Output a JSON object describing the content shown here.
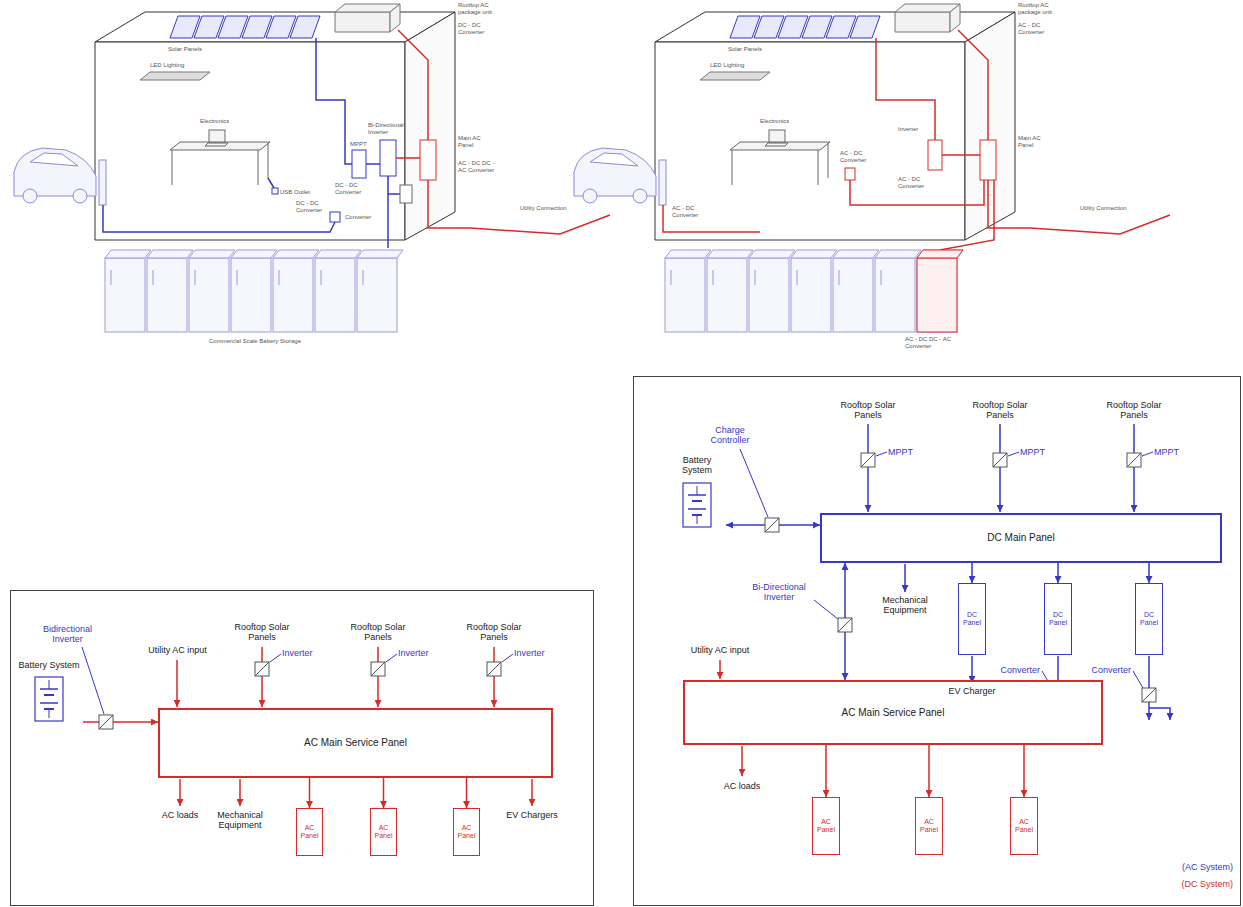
{
  "diagram": {
    "nodes": [
      {
        "text": [
          "Battery System"
        ]
      },
      {
        "text": [
          "AC Main Service Panel"
        ]
      },
      {
        "text": [
          "AC Panel"
        ]
      },
      {
        "text": [
          "AC Panel"
        ]
      },
      {
        "text": [
          "AC Panel"
        ]
      },
      {
        "text": [
          "Battery System"
        ]
      },
      {
        "text": [
          "DC Main Panel"
        ]
      },
      {
        "text": [
          "DC Panel"
        ]
      },
      {
        "text": [
          "DC Panel"
        ]
      },
      {
        "text": [
          "DC Panel"
        ]
      },
      {
        "text": [
          "AC Main Service Panel"
        ]
      },
      {
        "text": [
          "AC Panel"
        ]
      },
      {
        "text": [
          "AC Panel"
        ]
      },
      {
        "text": [
          "AC Panel"
        ]
      }
    ],
    "edges": [
      {
        "from": 0,
        "to": 1,
        "arrow": "to"
      },
      {
        "from": 1,
        "to": 2,
        "arrow": "to"
      },
      {
        "from": 1,
        "to": 3,
        "arrow": "to"
      },
      {
        "from": 1,
        "to": 4,
        "arrow": "to"
      },
      {
        "from": 5,
        "to": 6,
        "arrow": "both"
      },
      {
        "from": 6,
        "to": 7,
        "arrow": "to"
      },
      {
        "from": 6,
        "to": 8,
        "arrow": "to"
      },
      {
        "from": 6,
        "to": 9,
        "arrow": "to"
      },
      {
        "from": 6,
        "to": 10,
        "arrow": "both"
      },
      {
        "from": 10,
        "to": 11,
        "arrow": "to"
      },
      {
        "from": 10,
        "to": 12,
        "arrow": "to"
      },
      {
        "from": 10,
        "to": 13,
        "arrow": "to"
      }
    ],
    "labels": [
      "Solar Panels",
      "Rooftop AC package unit",
      "DC - DC Converter",
      "LED Lighting",
      "Electronics",
      "USB Outlet",
      "MPPT",
      "DC - DC Converter",
      "Bi-Directional Inverter",
      "Main AC Panel",
      "AC - DC DC - AC Converter",
      "DC - DC Converter",
      "Converter",
      "Utility Connection",
      "Commercial Scale Battery Storage",
      "Solar Panels",
      "Rooftop AC package unit",
      "AC - DC Converter",
      "LED Lighting",
      "Electronics",
      "AC - DC Converter",
      "Inverter",
      "AC - DC Converter",
      "Main AC Panel",
      "Utility Connection",
      "AC - DC Converter",
      "AC - DC DC - AC Converter",
      "Bidirectional Inverter",
      "Utility AC input",
      "Rooftop Solar Panels",
      "Inverter",
      "Rooftop Solar Panels",
      "Inverter",
      "Rooftop Solar Panels",
      "Inverter",
      "AC loads",
      "Mechanical Equipment",
      "EV Chargers",
      "Rooftop Solar Panels",
      "MPPT",
      "Rooftop Solar Panels",
      "MPPT",
      "Rooftop Solar Panels",
      "MPPT",
      "Charge Controller",
      "Bi-Directional Inverter",
      "Mechanical Equipment",
      "EV Charger",
      "Converter",
      "Converter",
      "Utility AC input",
      "AC loads",
      "(AC System)",
      "(DC System)"
    ]
  }
}
